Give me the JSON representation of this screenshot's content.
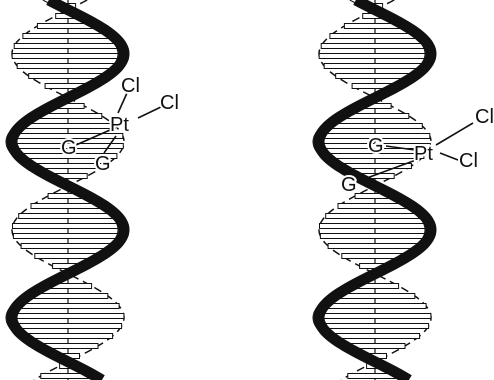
{
  "colors": {
    "ink": "#111111",
    "background": "#ffffff"
  },
  "panels": [
    {
      "name": "left-dna-helix",
      "labels": {
        "pt": "Pt",
        "cl_1": "Cl",
        "cl_2": "Cl",
        "g_1": "G",
        "g_2": "G"
      }
    },
    {
      "name": "right-dna-helix",
      "labels": {
        "pt": "Pt",
        "cl_1": "Cl",
        "cl_2": "Cl",
        "g_1": "G",
        "g_2": "G"
      }
    }
  ]
}
